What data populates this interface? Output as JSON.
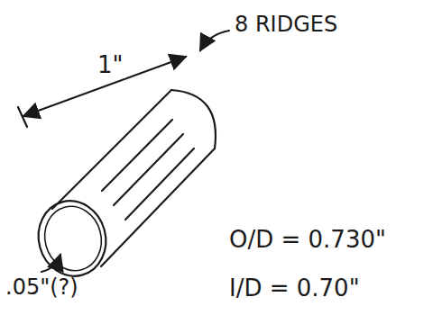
{
  "diagram": {
    "labels": [
      "1\"",
      "8 RIDGES",
      ".05\"(?)",
      "O/D = 0.730\"",
      "I/D = 0.70\""
    ]
  }
}
